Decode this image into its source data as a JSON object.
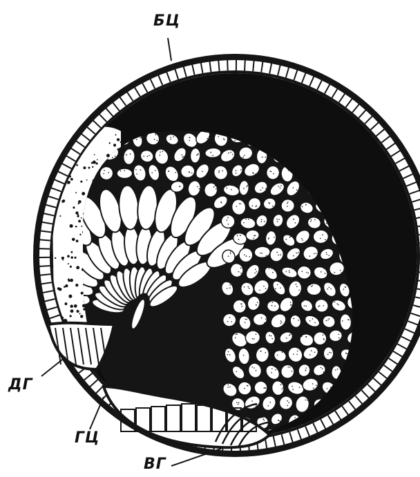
{
  "labels": {
    "top": "БЦ",
    "left": "ДГ",
    "bottom_left": "ГЦ",
    "bottom": "ВГ"
  },
  "colors": {
    "ink": "#111111",
    "cell_fill": "#ffffff",
    "background": "#ffffff"
  }
}
